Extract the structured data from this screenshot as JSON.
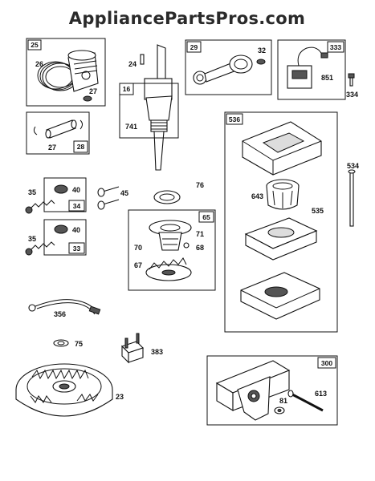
{
  "watermark": "AppliancePartsPros.com",
  "boxes": {
    "b25": "25",
    "b29": "29",
    "b333": "333",
    "b16": "16",
    "b28": "28",
    "b536": "536",
    "b34": "34",
    "b33": "33",
    "b65": "65",
    "b300": "300"
  },
  "parts": {
    "p26": "26",
    "p27a": "27",
    "p27b": "27",
    "p24": "24",
    "p741": "741",
    "p32": "32",
    "p851": "851",
    "p334": "334",
    "p35a": "35",
    "p40a": "40",
    "p35b": "35",
    "p40b": "40",
    "p45": "45",
    "p76": "76",
    "p71": "71",
    "p70": "70",
    "p68": "68",
    "p67": "67",
    "p643": "643",
    "p535": "535",
    "p534": "534",
    "p356": "356",
    "p75": "75",
    "p383": "383",
    "p23": "23",
    "p613": "613",
    "p81": "81"
  }
}
